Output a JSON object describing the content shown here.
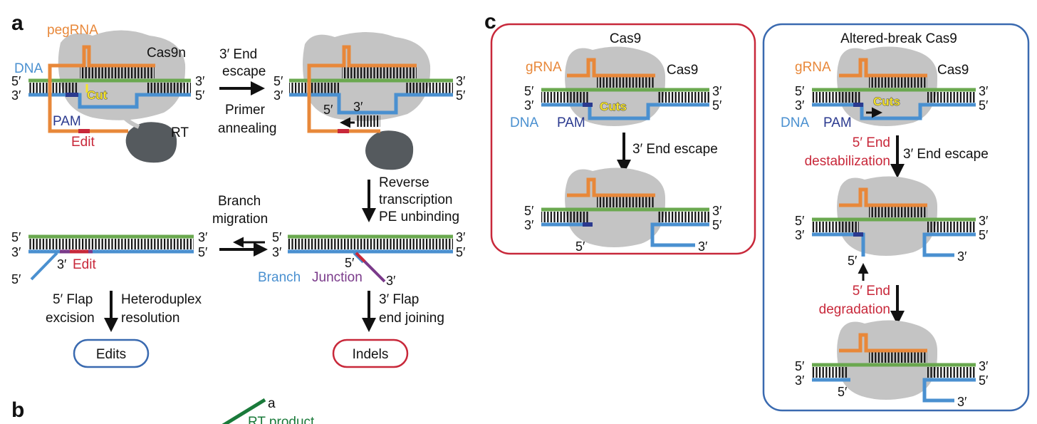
{
  "colors": {
    "dna_top": "#6aa84f",
    "dna_bottom": "#4a90d0",
    "rna": "#e8883a",
    "edit": "#c8283a",
    "pam": "#2b3a8f",
    "protein": "#c4c4c4",
    "rt": "#555a5e",
    "flap3": "#7a3a8a",
    "rt_product": "#1a7a3a",
    "cut_text": "#f5e32c",
    "box_red": "#c8283a",
    "box_blue": "#3a6ab0"
  },
  "panel_a": {
    "label": "a",
    "pegrna": "pegRNA",
    "cas9n": "Cas9n",
    "dna": "DNA",
    "five": "5′",
    "three": "3′",
    "cut": "Cut",
    "pam": "PAM",
    "edit": "Edit",
    "rt": "RT",
    "step1_line1": "3′ End",
    "step1_line2": "escape",
    "step2_line1": "Primer",
    "step2_line2": "annealing",
    "step3_line1": "Reverse",
    "step3_line2": "transcription",
    "step3_line3": "PE unbinding",
    "branch_mig_line1": "Branch",
    "branch_mig_line2": "migration",
    "branch": "Branch",
    "junction": "Junction",
    "flap5_line1": "5′ Flap",
    "flap5_line2": "excision",
    "hetero_line1": "Heteroduplex",
    "hetero_line2": "resolution",
    "flap3_line1": "3′ Flap",
    "flap3_line2": "end joining",
    "edits": "Edits",
    "indels": "Indels"
  },
  "panel_b": {
    "label": "b",
    "a": "a",
    "rt_product": "RT product"
  },
  "panel_c": {
    "label": "c",
    "left_title": "Cas9",
    "right_title": "Altered-break Cas9",
    "grna": "gRNA",
    "cas9": "Cas9",
    "dna": "DNA",
    "pam": "PAM",
    "cuts": "Cuts",
    "five": "5′",
    "three": "3′",
    "end_escape": "3′ End escape",
    "destab_line1": "5′ End",
    "destab_line2": "destabilization",
    "degr_line1": "5′ End",
    "degr_line2": "degradation"
  }
}
